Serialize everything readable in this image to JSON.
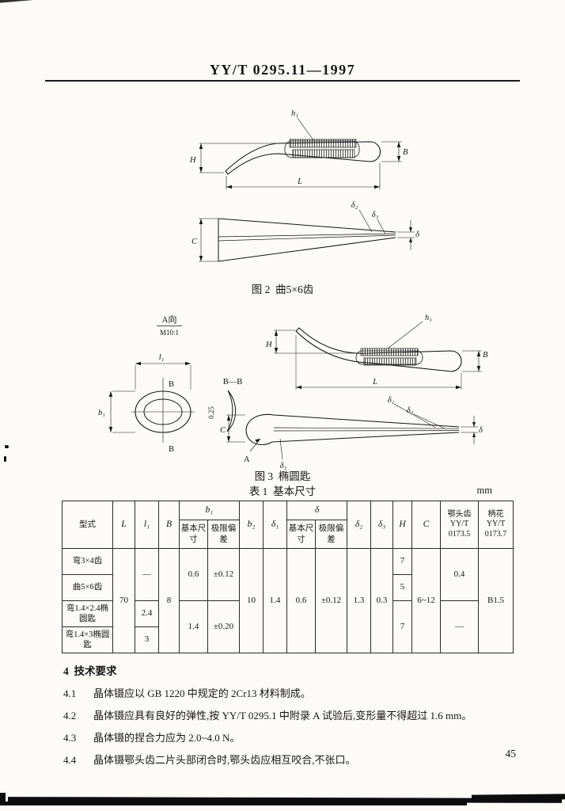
{
  "page": {
    "header_title": "YY/T 0295.11—1997",
    "page_number": "45"
  },
  "figure2": {
    "caption": "图 2  曲5×6齿",
    "labels": {
      "H": "H",
      "h1": "h₁",
      "L": "L",
      "B": "B",
      "C": "C",
      "delta2": "δ₂",
      "delta3": "δ₃",
      "delta": "δ"
    }
  },
  "figure3": {
    "caption": "图 3  椭圆匙",
    "view_label": "A向",
    "scale_label": "M10:1",
    "section_title": "B—B",
    "labels": {
      "l1": "l₁",
      "b1": "b₁",
      "B_top": "B",
      "B_bottom": "B",
      "dim_025": "0.25",
      "h1": "h₁",
      "H": "H",
      "L": "L",
      "B": "B",
      "A": "A",
      "C": "C",
      "delta1": "δ₁",
      "delta2": "δ₂",
      "delta3": "δ₃",
      "delta": "δ"
    }
  },
  "table": {
    "title": "表 1  基本尺寸",
    "unit": "mm",
    "headers": {
      "type": "型式",
      "L": "L",
      "l1": "l₁",
      "B": "B",
      "b1": "b₁",
      "basic": "基本尺寸",
      "tolerance": "极限偏差",
      "b2": "b₂",
      "delta1": "δ₁",
      "delta": "δ",
      "delta2": "δ₂",
      "delta3": "δ₃",
      "H": "H",
      "C": "C",
      "jaw": "鄂头齿\nYY/T\n0173.5",
      "handle": "柄花\nYY/T\n0173.7"
    },
    "rows": {
      "r1": {
        "type": "弯3×4齿",
        "H": "7"
      },
      "r2": {
        "type": "曲5×6齿",
        "H": "5"
      },
      "r3": {
        "type": "弯1.4×2.4椭圆匙",
        "l1": "2.4"
      },
      "r4": {
        "type": "弯1.4×3椭圆匙",
        "l1": "3"
      }
    },
    "merged": {
      "L": "70",
      "l1_top": "—",
      "B": "8",
      "b1_basic_top": "0.6",
      "b1_tol_top": "±0.12",
      "b1_basic_bottom": "1.4",
      "b1_tol_bottom": "±0.20",
      "b2": "10",
      "delta1": "1.4",
      "delta_basic": "0.6",
      "delta_tol": "±0.12",
      "delta2": "1.3",
      "delta3": "0.3",
      "H_bottom": "7",
      "C": "6~12",
      "jaw_top": "0.4",
      "jaw_bottom": "—",
      "handle": "B1.5"
    }
  },
  "requirements": {
    "heading": "4  技术要求",
    "items": [
      {
        "num": "4.1",
        "text": "晶体镊应以 GB 1220 中规定的 2Cr13 材料制成。"
      },
      {
        "num": "4.2",
        "text": "晶体镊应具有良好的弹性,按 YY/T 0295.1 中附录 A 试验后,变形量不得超过 1.6 mm。"
      },
      {
        "num": "4.3",
        "text": "晶体镊的捏合力应为 2.0~4.0 N。"
      },
      {
        "num": "4.4",
        "text": "晶体镊鄂头齿二片头部闭合时,鄂头齿应相互咬合,不张口。"
      }
    ]
  }
}
